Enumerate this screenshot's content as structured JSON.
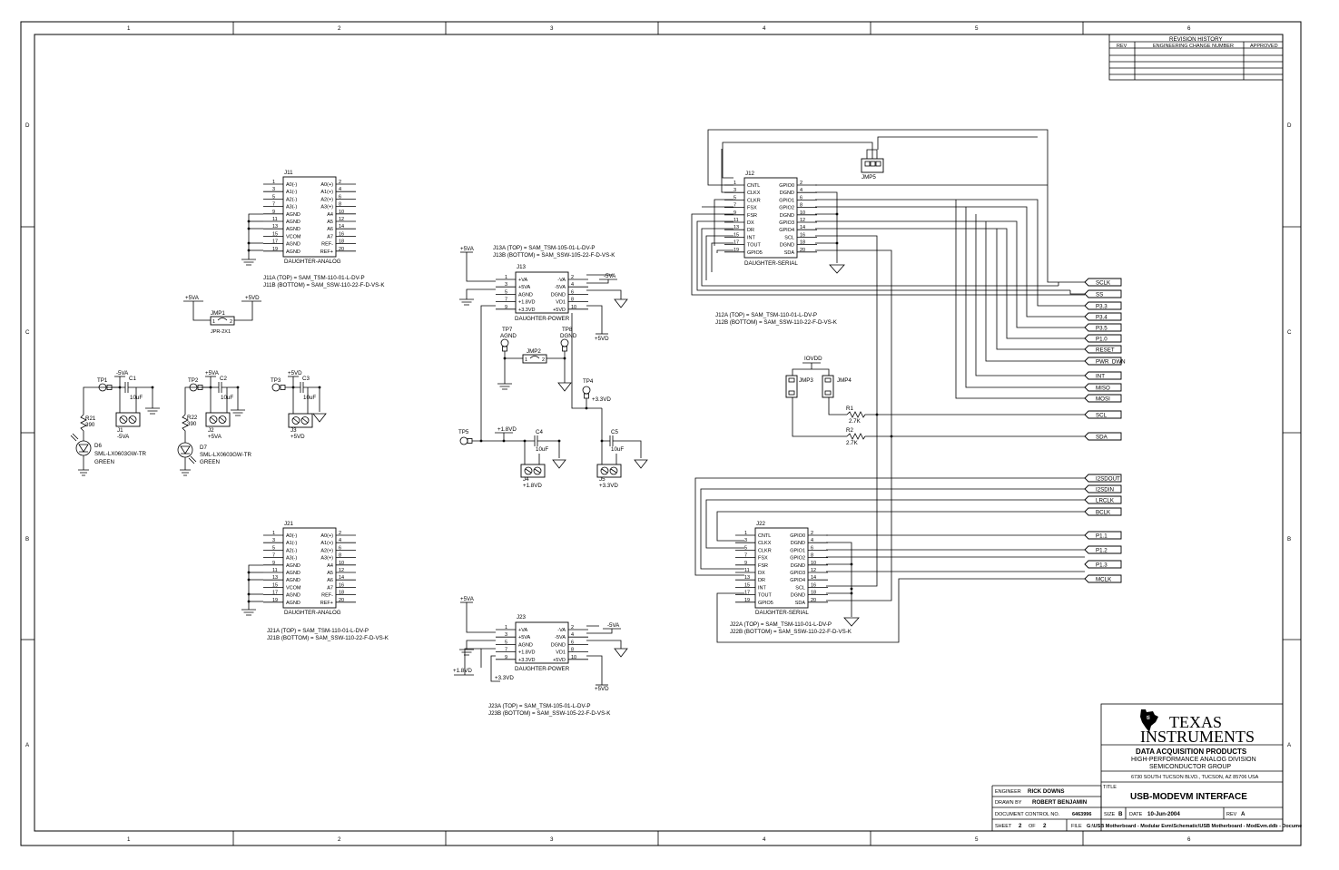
{
  "frame": {
    "columns": [
      "1",
      "2",
      "3",
      "4",
      "5",
      "6"
    ],
    "rows": [
      "D",
      "C",
      "B",
      "A"
    ]
  },
  "revision_history": {
    "title": "REVISION HISTORY",
    "headers": [
      "REV",
      "ENGINEERING CHANGE NUMBER",
      "APPROVED"
    ]
  },
  "connectors": {
    "j11": {
      "ref": "J11",
      "left_pins": [
        "1",
        "3",
        "5",
        "7",
        "9",
        "11",
        "13",
        "15",
        "17",
        "19"
      ],
      "right_pins": [
        "2",
        "4",
        "6",
        "8",
        "10",
        "12",
        "14",
        "16",
        "18",
        "20"
      ],
      "left_names": [
        "A0(-)",
        "A1(-)",
        "A2(-)",
        "A3(-)",
        "AGND",
        "AGND",
        "AGND",
        "VCOM",
        "AGND",
        "AGND"
      ],
      "right_names": [
        "A0(+)",
        "A1(+)",
        "A2(+)",
        "A3(+)",
        "A4",
        "A5",
        "A6",
        "A7",
        "REF-",
        "REF+"
      ],
      "label": "DAUGHTER-ANALOG",
      "note1": "J11A (TOP) = SAM_TSM-110-01-L-DV-P",
      "note2": "J11B (BOTTOM) = SAM_SSW-110-22-F-D-VS-K"
    },
    "j21": {
      "ref": "J21",
      "left_pins": [
        "1",
        "3",
        "5",
        "7",
        "9",
        "11",
        "13",
        "15",
        "17",
        "19"
      ],
      "right_pins": [
        "2",
        "4",
        "6",
        "8",
        "10",
        "12",
        "14",
        "16",
        "18",
        "20"
      ],
      "left_names": [
        "A0(-)",
        "A1(-)",
        "A2(-)",
        "A3(-)",
        "AGND",
        "AGND",
        "AGND",
        "VCOM",
        "AGND",
        "AGND"
      ],
      "right_names": [
        "A0(+)",
        "A1(+)",
        "A2(+)",
        "A3(+)",
        "A4",
        "A5",
        "A6",
        "A7",
        "REF-",
        "REF+"
      ],
      "label": "DAUGHTER-ANALOG",
      "note1": "J21A (TOP) = SAM_TSM-110-01-L-DV-P",
      "note2": "J21B (BOTTOM) = SAM_SSW-110-22-F-D-VS-K"
    },
    "j13": {
      "ref": "J13",
      "left_pins": [
        "1",
        "3",
        "5",
        "7",
        "9"
      ],
      "right_pins": [
        "2",
        "4",
        "6",
        "8",
        "10"
      ],
      "left_names": [
        "+VA",
        "+5VA",
        "AGND",
        "+1.8VD",
        "+3.3VD"
      ],
      "right_names": [
        "-VA",
        "-5VA",
        "DGND",
        "VD1",
        "+5VD"
      ],
      "label": "DAUGHTER-POWER",
      "note1": "J13A (TOP) = SAM_TSM-105-01-L-DV-P",
      "note2": "J13B (BOTTOM) = SAM_SSW-105-22-F-D-VS-K"
    },
    "j23": {
      "ref": "J23",
      "left_pins": [
        "1",
        "3",
        "5",
        "7",
        "9"
      ],
      "right_pins": [
        "2",
        "4",
        "6",
        "8",
        "10"
      ],
      "left_names": [
        "+VA",
        "+5VA",
        "AGND",
        "+1.8VD",
        "+3.3VD"
      ],
      "right_names": [
        "-VA",
        "-5VA",
        "DGND",
        "VD1",
        "+5VD"
      ],
      "label": "DAUGHTER-POWER",
      "note1": "J23A (TOP) = SAM_TSM-105-01-L-DV-P",
      "note2": "J23B (BOTTOM) = SAM_SSW-105-22-F-D-VS-K"
    },
    "j12": {
      "ref": "J12",
      "left_pins": [
        "1",
        "3",
        "5",
        "7",
        "9",
        "11",
        "13",
        "15",
        "17",
        "19"
      ],
      "right_pins": [
        "2",
        "4",
        "6",
        "8",
        "10",
        "12",
        "14",
        "16",
        "18",
        "20"
      ],
      "left_names": [
        "CNTL",
        "CLKX",
        "CLKR",
        "FSX",
        "FSR",
        "DX",
        "DR",
        "INT",
        "TOUT",
        "GPIO5"
      ],
      "right_names": [
        "GPIO0",
        "DGND",
        "GPIO1",
        "GPIO2",
        "DGND",
        "GPIO3",
        "GPIO4",
        "SCL",
        "DGND",
        "SDA"
      ],
      "label": "DAUGHTER-SERIAL",
      "note1": "J12A (TOP) = SAM_TSM-110-01-L-DV-P",
      "note2": "J12B (BOTTOM) = SAM_SSW-110-22-F-D-VS-K"
    },
    "j22": {
      "ref": "J22",
      "left_pins": [
        "1",
        "3",
        "5",
        "7",
        "9",
        "11",
        "13",
        "15",
        "17",
        "19"
      ],
      "right_pins": [
        "2",
        "4",
        "6",
        "8",
        "10",
        "12",
        "14",
        "16",
        "18",
        "20"
      ],
      "left_names": [
        "CNTL",
        "CLKX",
        "CLKR",
        "FSX",
        "FSR",
        "DX",
        "DR",
        "INT",
        "TOUT",
        "GPIO5"
      ],
      "right_names": [
        "GPIO0",
        "DGND",
        "GPIO1",
        "GPIO2",
        "DGND",
        "GPIO3",
        "GPIO4",
        "SCL",
        "DGND",
        "SDA"
      ],
      "label": "DAUGHTER-SERIAL",
      "note1": "J22A (TOP) = SAM_TSM-110-01-L-DV-P",
      "note2": "J22B (BOTTOM) = SAM_SSW-110-22-F-D-VS-K"
    }
  },
  "nets": {
    "p5va": "+5VA",
    "p5vd": "+5VD",
    "m5va": "-5VA",
    "p33vd": "+3.3VD",
    "p18vd": "+1.8VD",
    "iovdd": "IOVDD",
    "agnd": "AGND",
    "dgnd": "DGND"
  },
  "parts": {
    "jmp1": "JMP1",
    "jpr": "JPR-2X1",
    "jmp2": "JMP2",
    "jmp3": "JMP3",
    "jmp4": "JMP4",
    "jmp5": "JMP5",
    "tp1": "TP1",
    "tp2": "TP2",
    "tp3": "TP3",
    "tp4": "TP4",
    "tp5": "TP5",
    "tp7": "TP7",
    "tp8": "TP8",
    "c1": "C1",
    "c2": "C2",
    "c3": "C3",
    "c4": "C4",
    "c5": "C5",
    "cap_value": "10uF",
    "j1": "J1",
    "j2": "J2",
    "j3": "J3",
    "j4": "J4",
    "j5": "J5",
    "r21": "R21",
    "r22": "R22",
    "r_led_value": "390",
    "d6": "D6",
    "d7": "D7",
    "led_part": "SML-LX0603GW-TR",
    "led_color": "GREEN",
    "r1": "R1",
    "r2": "R2",
    "r_pullup_value": "2.7K"
  },
  "signals_upper": [
    "SCLK",
    "SS",
    "P3.3",
    "P3.4",
    "P3.5",
    "P1.0",
    "RESET",
    "PWR_DWN",
    "INT",
    "MISO",
    "MOSI",
    "SCL",
    "SDA"
  ],
  "signals_lower": [
    "I2SDOUT",
    "I2SDIN",
    "LRCLK",
    "BCLK",
    "P1.1",
    "P1.2",
    "P1.3",
    "MCLK"
  ],
  "title_block": {
    "company_line1": "TEXAS",
    "company_line2": "INSTRUMENTS",
    "division": "DATA ACQUISITION PRODUCTS",
    "division2": "HIGH-PERFORMANCE ANALOG DIVISION",
    "division3": "SEMICONDUCTOR GROUP",
    "address": "6730 SOUTH TUCSON BLVD., TUCSON, AZ 85706 USA",
    "title_label": "TITLE",
    "title": "USB-MODEVM INTERFACE",
    "engineer_label": "ENGINEER",
    "engineer": "RICK DOWNS",
    "drawn_label": "DRAWN BY",
    "drawn": "ROBERT BENJAMIN",
    "doc_label": "DOCUMENT CONTROL NO.",
    "doc": "6463996",
    "size_label": "SIZE",
    "size": "B",
    "date_label": "DATE",
    "date": "10-Jun-2004",
    "rev_label": "REV",
    "rev": "A",
    "sheet_label": "SHEET",
    "sheet": "2",
    "of_label": "OF",
    "of": "2",
    "file_label": "FILE",
    "file": "G:\\USB Motherboard - Modular Evm\\Schematic\\USB Motherboard - ModEvm.ddb - Docume"
  }
}
